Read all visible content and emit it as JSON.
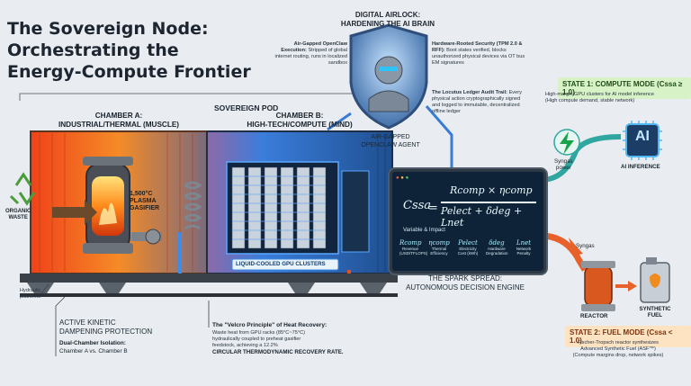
{
  "title": "The Sovereign Node:\nOrchestrating the\nEnergy-Compute Frontier",
  "pod": {
    "title": "SOVEREIGN POD",
    "chamber_a": "CHAMBER A:\nINDUSTRIAL/THERMAL (MUSCLE)",
    "chamber_b": "CHAMBER B:\nHIGH-TECH/COMPUTE (MIND)",
    "gasifier_label": "1,500°C\nPLASMA\nGASIFIER",
    "gpu_label": "LIQUID-COOLED GPU CLUSTERS",
    "organic_waste": "ORGANIC\nWASTE",
    "hydraulic": "Hydraulic\nplatforms"
  },
  "airlock": {
    "heading": "DIGITAL AIRLOCK:\nHARDENING THE AI BRAIN",
    "left_title": "Air-Gapped OpenClaw Execution:",
    "left_body": "Stripped of global internet routing, runs in localized sandbox",
    "hw_title": "Hardware-Rooted Security (TPM 2.0 & RFF):",
    "hw_body": "Boot states verified, blocks unauthorized physical devices via OT bus EM signatures",
    "ledger_title": "The Locutus Ledger Audit Trail:",
    "ledger_body": "Every physical action cryptographically signed and logged to immutable, decentralized offline ledger",
    "agent_label": "AIR-GAPPED\nOPENCLAW AGENT"
  },
  "engine": {
    "formula_lhs": "Cssa",
    "numerator": "Rcomp × ηcomp",
    "denominator": "Pelect + δdeg + Lnet",
    "variable_heading": "Variable & Impact",
    "variables": [
      {
        "symbol": "Rcomp",
        "desc": "Revenue\n(USD/TFLOPS)"
      },
      {
        "symbol": "ηcomp",
        "desc": "Thermal\nEfficiency"
      },
      {
        "symbol": "Pelect",
        "desc": "Electricity\nCost (kWh)"
      },
      {
        "symbol": "δdeg",
        "desc": "Hardware\nDegradation"
      },
      {
        "symbol": "Lnet",
        "desc": "Network\nPenalty"
      }
    ],
    "caption": "THE SPARK SPREAD:\nAUTONOMOUS DECISION ENGINE"
  },
  "state1": {
    "heading": "STATE 1: COMPUTE MODE (Cssa ≥ 1.0)",
    "body": "High-margin GPU clusters for AI model inference\n(High compute demand, stable network)",
    "syngas_power": "Syngas\npower",
    "ai_chip": "AI",
    "ai_inference": "AI INFERENCE"
  },
  "state2": {
    "heading": "STATE 2: FUEL MODE (Cssa < 1.0)",
    "body": "Fischer-Tropsch reactor synthesizes\nAdvanced Synthetic Fuel (ASF™)\n(Compute margins drop, network spikes)",
    "syngas": "Syngas",
    "reactor": "REACTOR",
    "fuel": "SYNTHETIC\nFUEL"
  },
  "kinetic": {
    "heading": "ACTIVE KINETIC\nDAMPENING PROTECTION",
    "iso_title": "Dual-Chamber Isolation:",
    "iso_body": "Chamber A vs. Chamber B"
  },
  "velcro": {
    "heading": "The \"Velcro Principle\" of Heat Recovery:",
    "body": "Waste heat from GPU racks (85°C~75°C)\nhydraulically coupled to preheat gasifier\nfeedstock, achieving a 12.2%",
    "bold": "CIRCULAR THERMODYNAMIC RECOVERY RATE."
  },
  "colors": {
    "hot": "#e8551f",
    "cool": "#2f79d6",
    "state1": "#d8f2c8",
    "state2": "#fde3c2",
    "screen": "#0f2338"
  }
}
